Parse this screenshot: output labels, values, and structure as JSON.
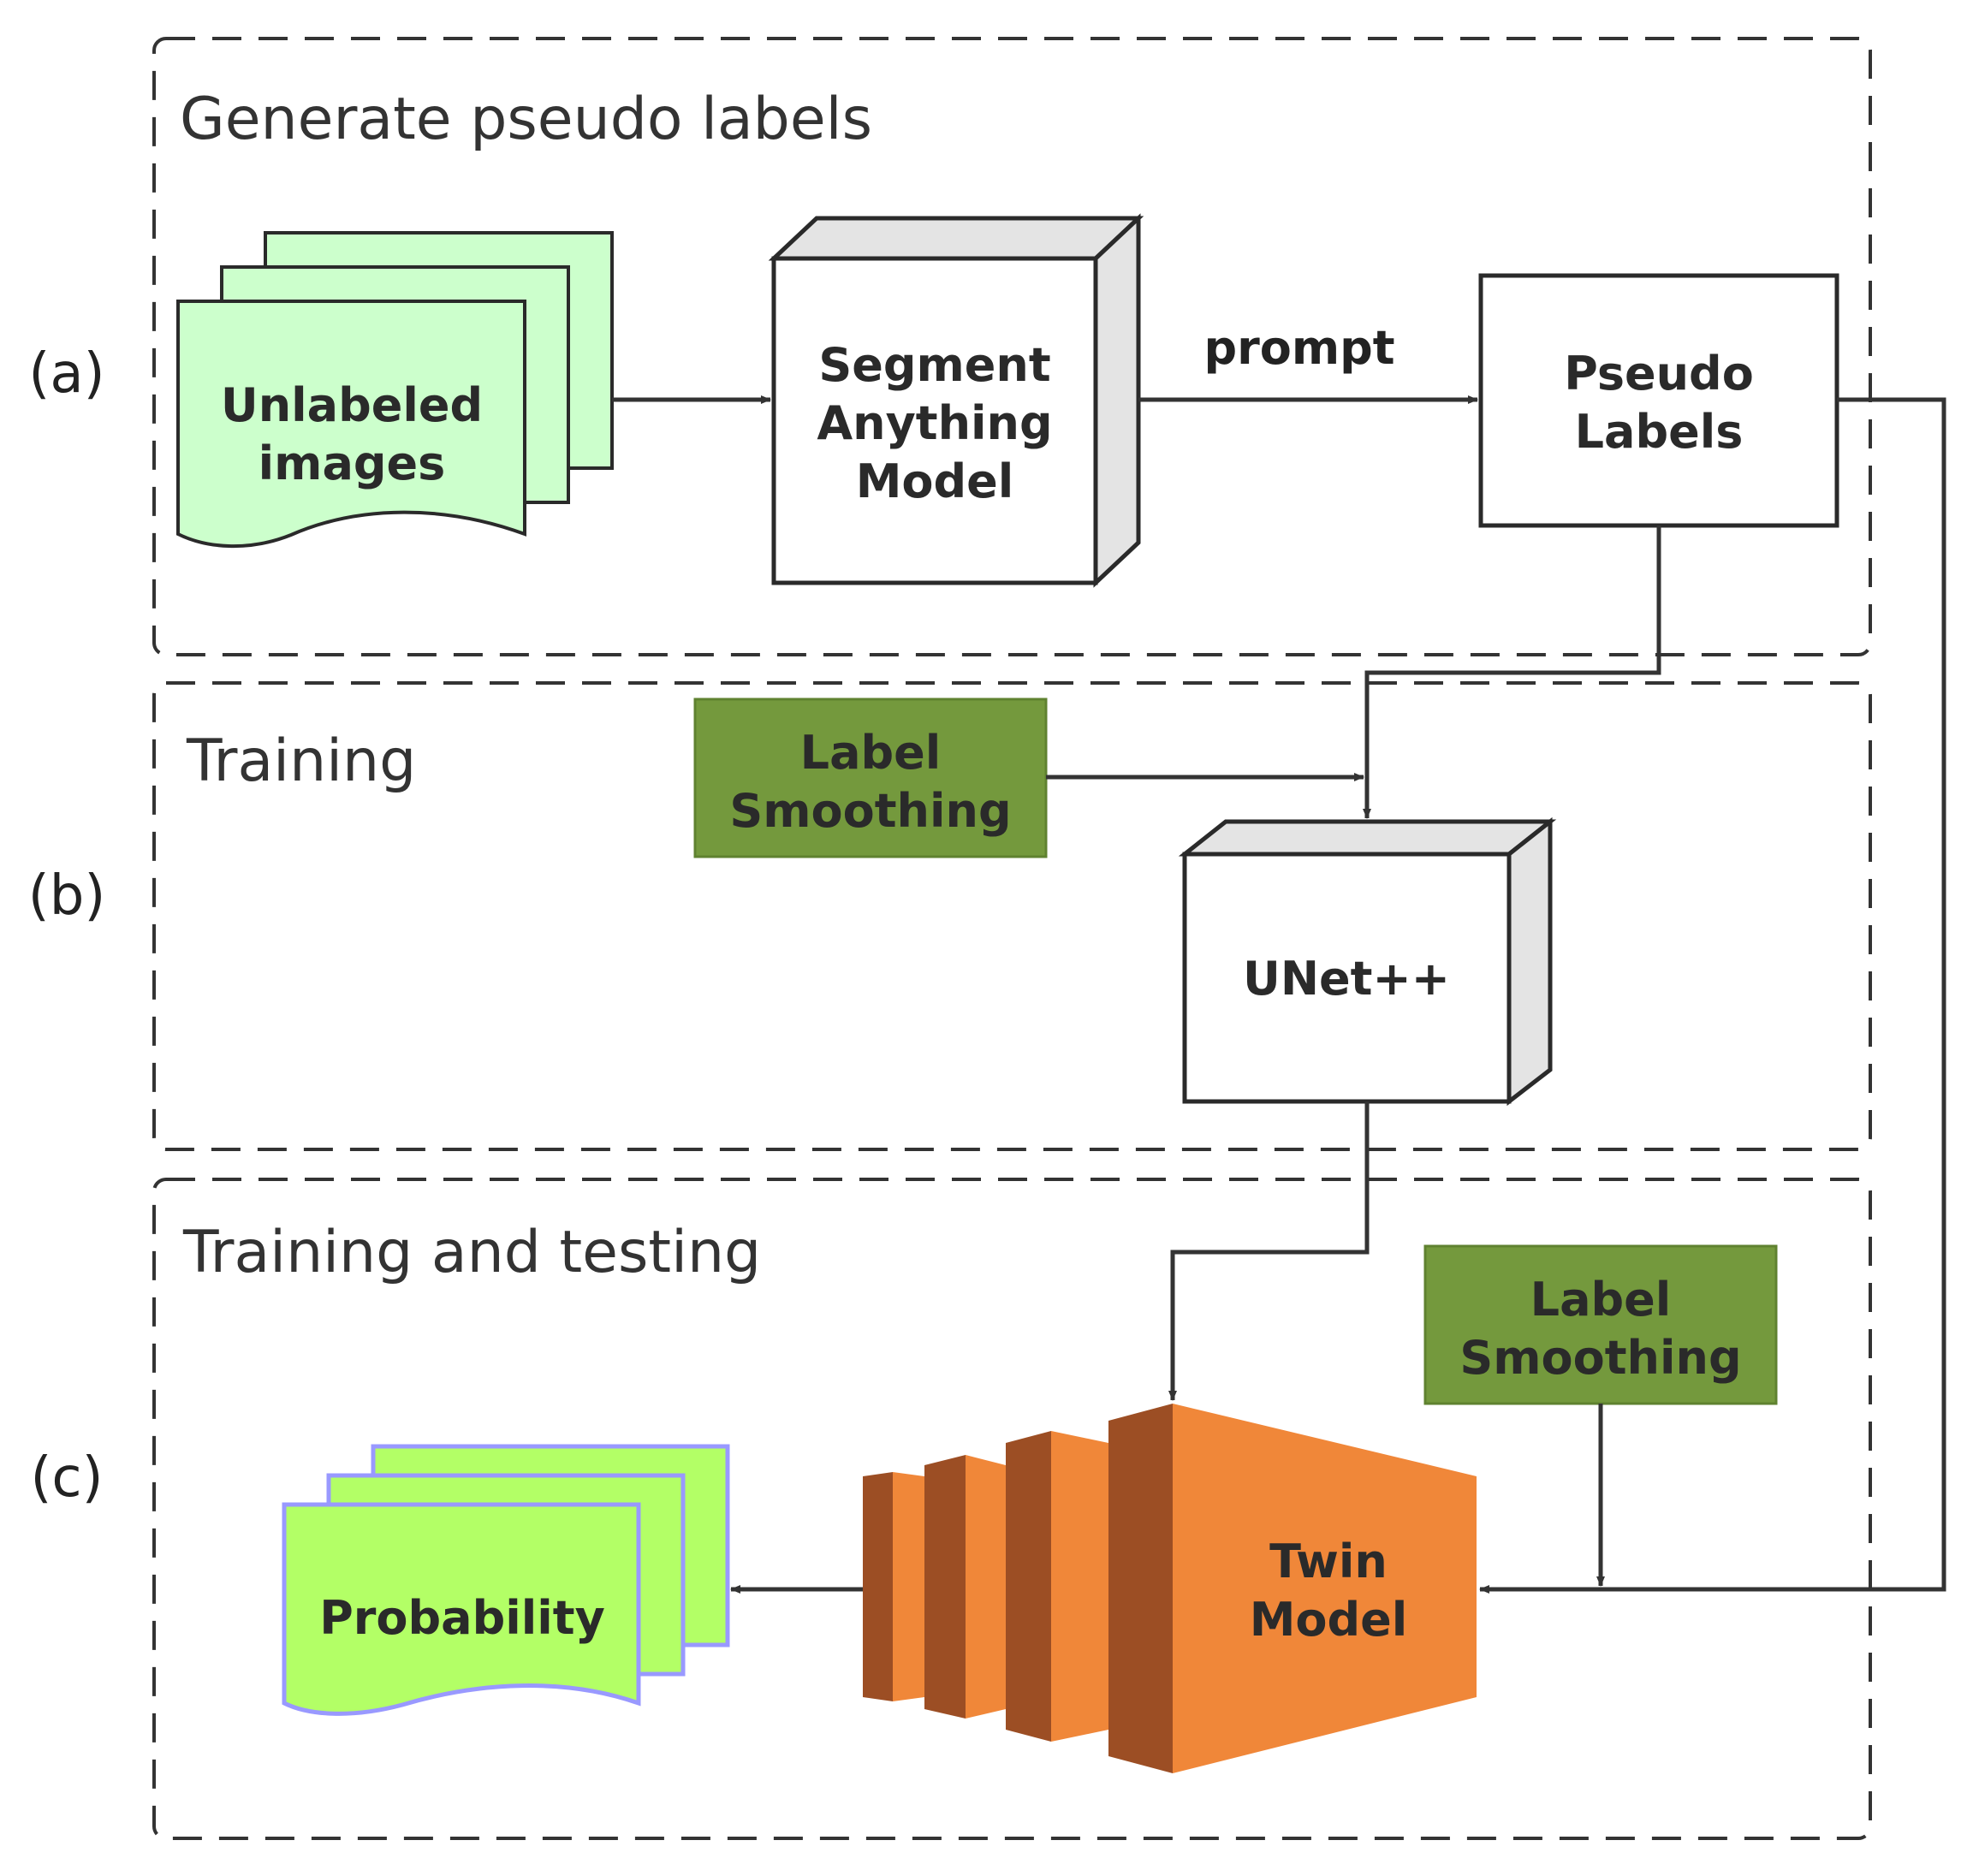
{
  "sections": [
    {
      "side_label": "(a)",
      "title": "Generate pseudo labels"
    },
    {
      "side_label": "(b)",
      "title": "Training"
    },
    {
      "side_label": "(c)",
      "title": "Training and testing"
    }
  ],
  "nodes": {
    "unlabeled": [
      "Unlabeled",
      "images"
    ],
    "sam": [
      "Segment",
      "Anything",
      "Model"
    ],
    "pseudo": [
      "Pseudo",
      "Labels"
    ],
    "ls1": [
      "Label",
      "Smoothing"
    ],
    "unet": [
      "UNet++"
    ],
    "ls2": [
      "Label",
      "Smoothing"
    ],
    "twin": [
      "Twin",
      "Model"
    ],
    "probability": [
      "Probability"
    ]
  },
  "edges": {
    "prompt_label": "prompt"
  },
  "colors": {
    "doc_green_fill": "#ccffcc",
    "doc_lime_fill": "#b3ff66",
    "doc_lime_stroke": "#9999ff",
    "label_smoothing_fill": "#74993d",
    "twin_orange": "#f08739",
    "twin_dark": "#9c4e24",
    "cube_side": "#e4e4e4"
  }
}
